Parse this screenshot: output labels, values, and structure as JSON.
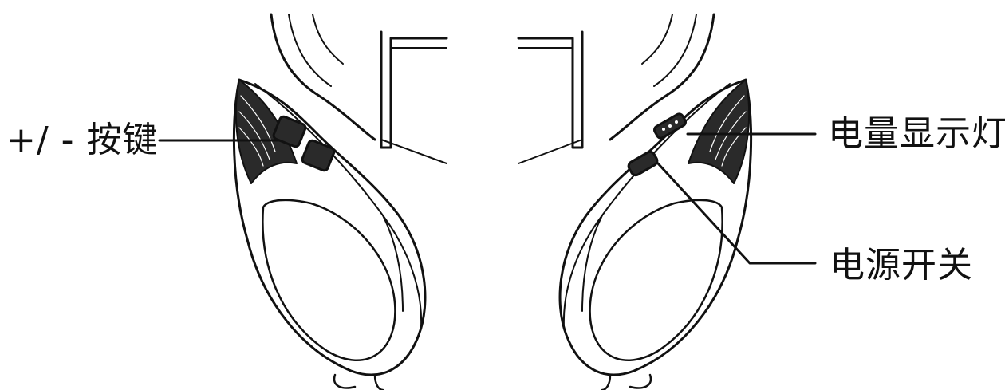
{
  "callouts": {
    "volume_buttons": "+/ - 按键",
    "battery_indicator": "电量显示灯",
    "power_switch": "电源开关"
  },
  "colors": {
    "ink": "#111111",
    "background": "#ffffff",
    "button_fill": "#2a2a2a"
  }
}
